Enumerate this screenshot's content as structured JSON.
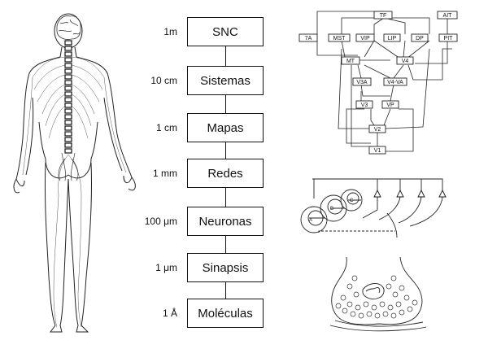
{
  "levels": [
    {
      "name": "SNC",
      "scale": "1m"
    },
    {
      "name": "Sistemas",
      "scale": "10 cm"
    },
    {
      "name": "Mapas",
      "scale": "1 cm"
    },
    {
      "name": "Redes",
      "scale": "1 mm"
    },
    {
      "name": "Neuronas",
      "scale": "100 μm"
    },
    {
      "name": "Sinapsis",
      "scale": "1 μm"
    },
    {
      "name": "Moléculas",
      "scale": "1 Å"
    }
  ],
  "visual_areas": {
    "TF": "TF",
    "AIT": "AIT",
    "A7": "7A",
    "MST": "MST",
    "VIP": "VIP",
    "LIP": "LIP",
    "DP": "DP",
    "PIT": "PIT",
    "MT": "MT",
    "V4": "V4",
    "V3A": "V3A",
    "V4VA": "V4-VA",
    "V3": "V3",
    "VP": "VP",
    "V2": "V2",
    "V1": "V1"
  }
}
